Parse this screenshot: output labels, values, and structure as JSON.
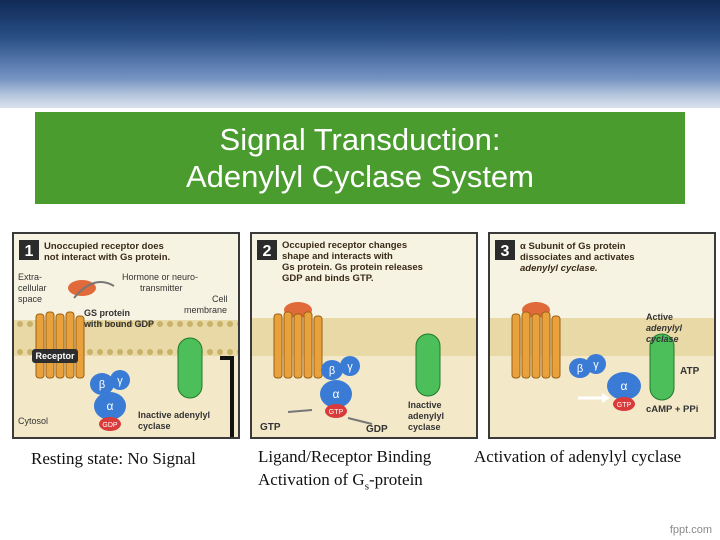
{
  "title": {
    "line1": "Signal Transduction:",
    "line2": "Adenylyl Cyclase System"
  },
  "panels": [
    {
      "number": "1",
      "heading": [
        "Unoccupied receptor does",
        "not interact with Gs protein."
      ],
      "labels": {
        "extracellular": [
          "Extra-",
          "cellular",
          "space"
        ],
        "hormone": [
          "Hormone or neuro-",
          "transmitter"
        ],
        "membrane": [
          "Cell",
          "membrane"
        ],
        "gs": [
          "GS protein",
          "with bound GDP"
        ],
        "receptor": "Receptor",
        "cytosol": "Cytosol",
        "cyclase": [
          "Inactive adenylyl",
          "cyclase"
        ],
        "beta": "β",
        "gamma": "γ",
        "alpha": "α",
        "gdp": "GDP"
      }
    },
    {
      "number": "2",
      "heading": [
        "Occupied receptor changes",
        "shape and interacts with",
        "Gs protein. Gs protein releases",
        "GDP and binds GTP."
      ],
      "labels": {
        "gtp_left": "GTP",
        "gdp": "GDP",
        "cyclase": [
          "Inactive",
          "adenylyl",
          "cyclase"
        ],
        "beta": "β",
        "gamma": "γ",
        "alpha": "α",
        "gtp_bound": "GTP"
      }
    },
    {
      "number": "3",
      "heading": [
        "α Subunit of Gs protein",
        "dissociates and activates",
        "adenylyl cyclase."
      ],
      "labels": {
        "active": [
          "Active",
          "adenylyl",
          "cyclase"
        ],
        "atp": "ATP",
        "camp": "cAMP + PPi",
        "beta": "β",
        "gamma": "γ",
        "alpha": "α",
        "gtp_bound": "GTP"
      }
    }
  ],
  "captions": {
    "c1": "Resting state: No Signal",
    "c2": "Ligand/Receptor Binding",
    "c3": "Activation of adenylyl cyclase",
    "c4_main": "Activation of G",
    "c4_sub": "s",
    "c4_tail": "-protein"
  },
  "watermark": "fppt.com"
}
